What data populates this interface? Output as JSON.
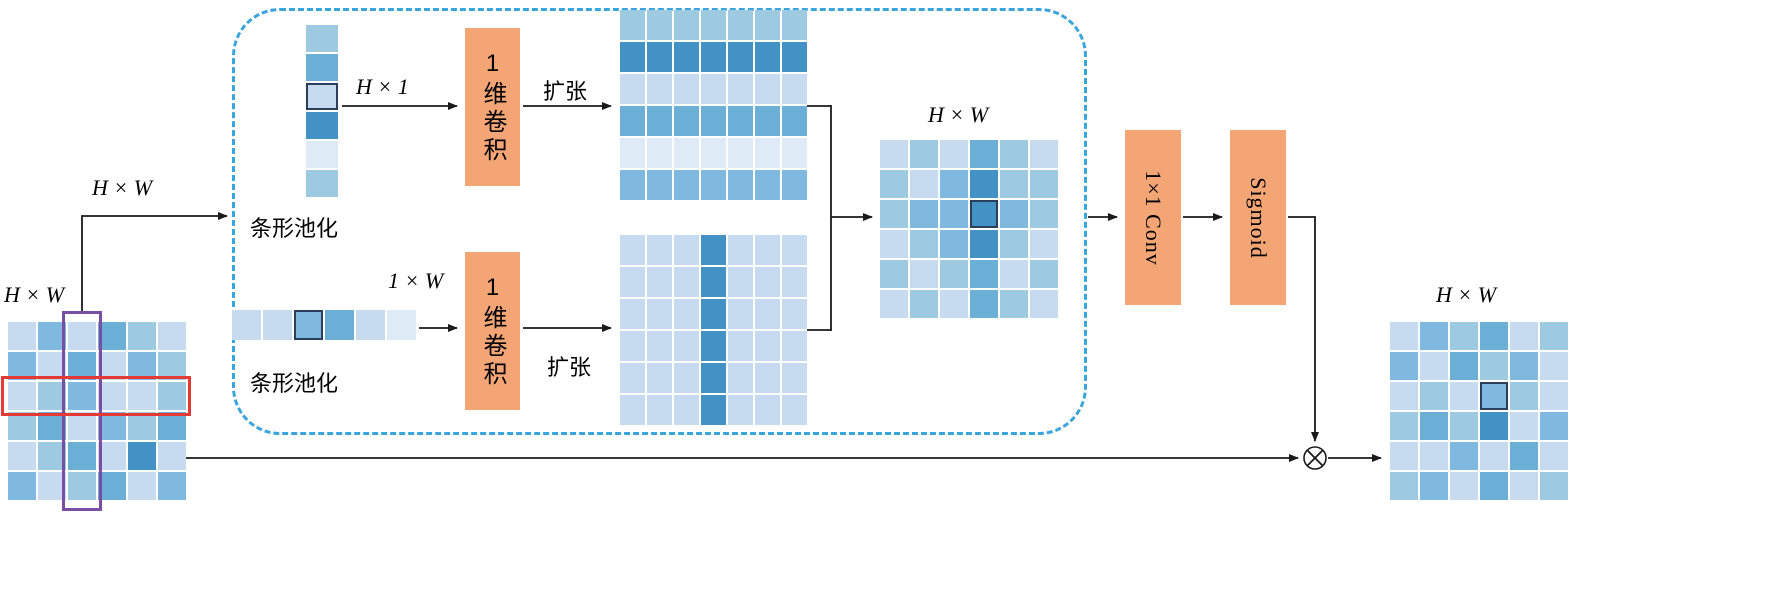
{
  "figure": {
    "description": "Strip pooling attention module diagram"
  },
  "palette": [
    "#deebf7",
    "#c6dbef",
    "#9ecae1",
    "#7fb9e0",
    "#6baed6",
    "#4292c6"
  ],
  "colors": {
    "orange": "#f4a576",
    "dashed_border": "#3aa5dc",
    "highlight_cell_border": "#2b3f5c",
    "column_box": "#7a4fa3",
    "row_box": "#e53935",
    "arrow": "#1a1a1a"
  },
  "labels": {
    "input_dim": "H × W",
    "module_input_dim": "H × W",
    "strip_pool_top": "条形池化",
    "strip_pool_bottom": "条形池化",
    "dim_hx1": "H × 1",
    "dim_1xw": "1 × W",
    "conv1d_top": "1维卷积",
    "conv1d_bottom": "1维卷积",
    "expand_top": "扩张",
    "expand_bottom": "扩张",
    "fused_dim": "H × W",
    "conv1x1": "1×1 Conv",
    "sigmoid": "Sigmoid",
    "output_dim": "H × W"
  },
  "icons": {
    "multiply": "circled-times ⊗"
  },
  "grids": {
    "input": {
      "rows": [
        [
          1,
          3,
          1,
          4,
          2,
          1
        ],
        [
          3,
          1,
          4,
          1,
          3,
          2
        ],
        [
          1,
          2,
          3,
          1,
          1,
          2
        ],
        [
          2,
          4,
          1,
          3,
          2,
          4
        ],
        [
          1,
          2,
          4,
          1,
          5,
          1
        ],
        [
          3,
          1,
          2,
          4,
          1,
          3
        ]
      ]
    },
    "strip_v": {
      "rows": [
        [
          2
        ],
        [
          4
        ],
        [
          1
        ],
        [
          5
        ],
        [
          0
        ],
        [
          2
        ]
      ],
      "highlight": [
        2,
        0
      ]
    },
    "strip_h": {
      "rows": [
        [
          1,
          1,
          3,
          4,
          1,
          0
        ]
      ],
      "highlight": [
        0,
        2
      ]
    },
    "expand_top": {
      "rows": [
        [
          2,
          2,
          2,
          2,
          2,
          2,
          2
        ],
        [
          5,
          5,
          5,
          5,
          5,
          5,
          5
        ],
        [
          1,
          1,
          1,
          1,
          1,
          1,
          1
        ],
        [
          4,
          4,
          4,
          4,
          4,
          4,
          4
        ],
        [
          0,
          0,
          0,
          0,
          0,
          0,
          0
        ],
        [
          3,
          3,
          3,
          3,
          3,
          3,
          3
        ]
      ]
    },
    "expand_bottom": {
      "rows": [
        [
          1,
          1,
          1,
          5,
          1,
          1,
          1
        ],
        [
          1,
          1,
          1,
          5,
          1,
          1,
          1
        ],
        [
          1,
          1,
          1,
          5,
          1,
          1,
          1
        ],
        [
          1,
          1,
          1,
          5,
          1,
          1,
          1
        ],
        [
          1,
          1,
          1,
          5,
          1,
          1,
          1
        ],
        [
          1,
          1,
          1,
          5,
          1,
          1,
          1
        ]
      ]
    },
    "fused": {
      "rows": [
        [
          1,
          2,
          1,
          4,
          2,
          1
        ],
        [
          2,
          1,
          3,
          5,
          2,
          2
        ],
        [
          2,
          3,
          3,
          5,
          3,
          2
        ],
        [
          1,
          2,
          3,
          5,
          2,
          1
        ],
        [
          2,
          1,
          2,
          4,
          1,
          2
        ],
        [
          1,
          2,
          1,
          4,
          2,
          1
        ]
      ],
      "highlight": [
        2,
        3
      ]
    },
    "output": {
      "rows": [
        [
          1,
          3,
          2,
          4,
          1,
          2
        ],
        [
          3,
          1,
          4,
          2,
          3,
          1
        ],
        [
          1,
          2,
          1,
          3,
          2,
          1
        ],
        [
          2,
          4,
          2,
          5,
          1,
          3
        ],
        [
          1,
          1,
          3,
          1,
          4,
          1
        ],
        [
          2,
          3,
          1,
          4,
          1,
          2
        ]
      ],
      "highlight": [
        2,
        3
      ]
    }
  }
}
